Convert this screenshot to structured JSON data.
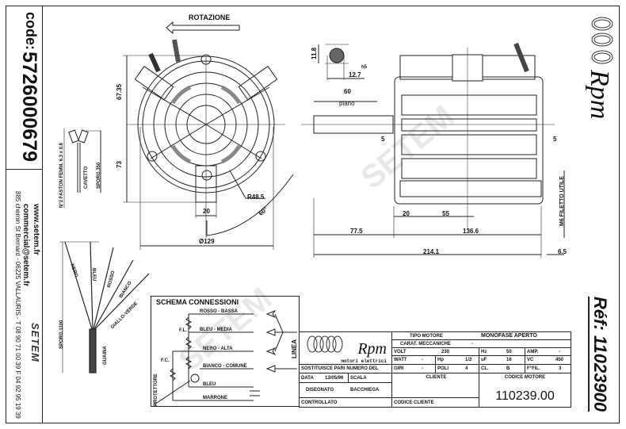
{
  "sidebar": {
    "code_label": "code:",
    "code_value": "5726000679",
    "website": "www.setem.fr",
    "email": "commercial@setem.fr",
    "address": "885 chemin St Bernard - 06225 VALLAURIS - T 08 90 71 00 39  F 04 92 95 19 39",
    "company_logo": "SETEM"
  },
  "right_panel": {
    "brand": "Rpm",
    "reference": "Réf: 11023900"
  },
  "front_view": {
    "rotation_label": "ROTAZIONE",
    "dim_top": "67.35",
    "dim_bottom": "73",
    "dim_radius": "R48.5",
    "dim_bracket": "20",
    "dim_angle": "60°",
    "dim_diameter": "Ø129"
  },
  "side_view": {
    "dim_shaft_h": "11.8",
    "dim_shaft_d": "12.7",
    "tolerance": "h5",
    "dim_flat": "60",
    "flat_label": "piano",
    "dim_left_5": "5",
    "dim_right_5": "5",
    "dim_20": "20",
    "dim_55": "55",
    "dim_77_5": "77.5",
    "dim_136_6": "136.6",
    "dim_214_1": "214.1",
    "dim_6_5": "6.5",
    "thread_label": "M6 FILETTO UTILE"
  },
  "faston": {
    "title": "N°2 FASTON FEMM. 6.3 x 0.8",
    "cable": "CAVETTO",
    "length": "SPORG.350"
  },
  "wires": {
    "labels": [
      "NERO",
      "BLEU",
      "ROSSO",
      "BIANCO",
      "GIALLO-VERDE"
    ],
    "sheath": "GUAINA",
    "length": "SPORG.1100"
  },
  "schema": {
    "title": "SCHEMA CONNESSIONI",
    "lines": [
      "ROSSO - BASSA",
      "BLEU - MEDIA",
      "NERO - ALTA",
      "BIANCO - COMUNE",
      "BLEU",
      "MARRONE"
    ],
    "fl": "F.L.",
    "fc": "F.C.",
    "protector": "PROTETTORE",
    "linea": "LINEA"
  },
  "title_block": {
    "logo": "Rpm",
    "logo_sub": "motori elettrici",
    "tipo_motore_label": "TIPO MOTORE",
    "tipo_motore": "MONOFASE APERTO",
    "caratt_label": "CARAT. MECCANICHE",
    "caratt": "-",
    "volt_label": "VOLT",
    "volt": "230",
    "hz_label": "Hz",
    "hz": "50",
    "amp_label": "AMP.",
    "amp": "-",
    "watt_label": "WATT",
    "watt": "-",
    "hp_label": "Hp",
    "hp": "1/2",
    "uf_label": "uF",
    "uf": "16",
    "vc_label": "VC",
    "vc": "450",
    "giri_label": "GIRI",
    "giri": "-",
    "poli_label": "POLI",
    "poli": "4",
    "cl_label": "CL.",
    "cl": "B",
    "fil_label": "F°FIL.",
    "fil": "3",
    "sostituisce": "SOSTITUISCE PARI NUMERO DEL",
    "data_label": "DATA",
    "data": "13/05/96",
    "scala_label": "SCALA",
    "disegnato_label": "DISEGNATO",
    "disegnato": "BACCHIEGA",
    "controllato_label": "CONTROLLATO",
    "cliente_label": "CLIENTE",
    "codice_cliente_label": "CODICE CLIENTE",
    "codice_motore_label": "CODICE MOTORE",
    "codice_motore": "110239.00"
  },
  "colors": {
    "line": "#222222",
    "hatch": "#555555",
    "watermark": "#cfcfcf"
  }
}
